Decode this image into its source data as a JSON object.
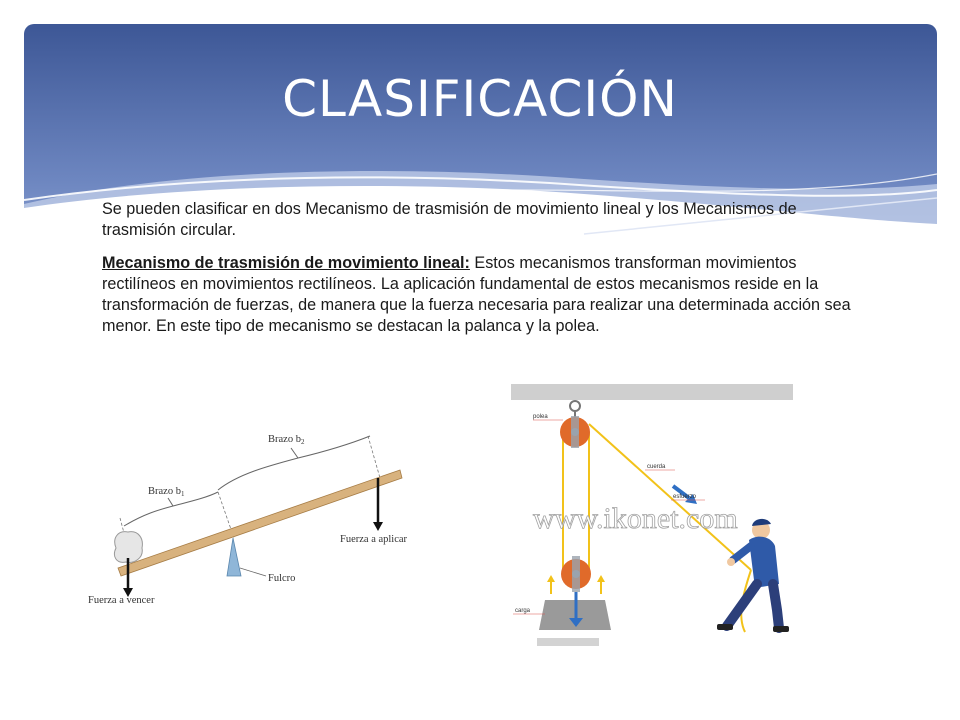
{
  "slide": {
    "title": "CLASIFICACIÓN",
    "paragraph1": "Se pueden clasificar en dos Mecanismo de trasmisión de movimiento lineal y los Mecanismos de trasmisión circular.",
    "paragraph2_term": "Mecanismo de trasmisión de movimiento lineal:",
    "paragraph2_body": " Estos mecanismos transforman movimientos rectilíneos en movimientos rectilíneos. La aplicación fundamental de estos mecanismos reside en la transformación de fuerzas, de manera que la fuerza necesaria para realizar una determinada acción sea menor. En este tipo de mecanismo se destacan la palanca y la polea."
  },
  "lever_figure": {
    "arm_b1_label": "Brazo b",
    "arm_b1_sub": "1",
    "arm_b2_label": "Brazo b",
    "arm_b2_sub": "2",
    "fulcrum_label": "Fulcro",
    "applied_force_label": "Fuerza a aplicar",
    "resistance_label": "Fuerza a vencer"
  },
  "pulley_figure": {
    "pulley_label": "polea",
    "rope_label": "cuerda",
    "effort_label": "esfuerzo",
    "load_label": "carga",
    "watermark": "www.ikonet.com"
  },
  "colors": {
    "header_top": "#3d5796",
    "header_bottom": "#8aa0cf",
    "lever_beam": "#d8b27e",
    "fulcrum": "#8fb6d8",
    "pulley": "#e06a2a",
    "rope": "#f2c21a",
    "arrow_blue": "#2f6fc4"
  }
}
